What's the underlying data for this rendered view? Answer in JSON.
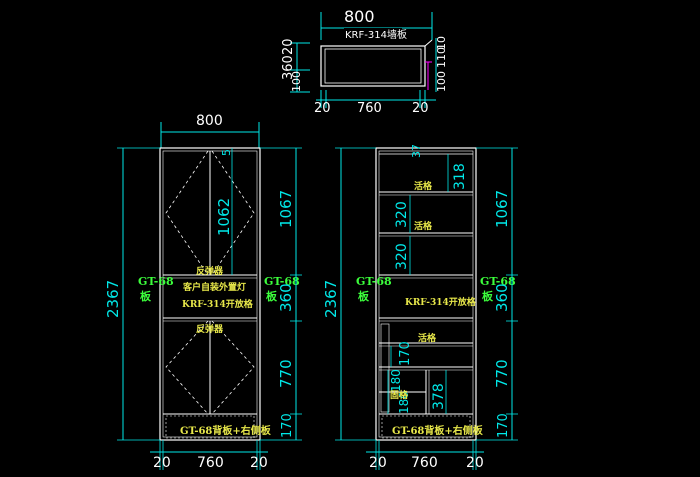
{
  "top_view": {
    "width": "800",
    "depth_left": "360",
    "depth_left_sub": "20",
    "depth_left_inner": "100",
    "depth_right_top": "10",
    "depth_right_mid": "110",
    "depth_right_inner": "100",
    "bottom_left": "20",
    "bottom_mid": "760",
    "bottom_right": "20",
    "title": "KRF-314墙板"
  },
  "left_elevation": {
    "top_width": "800",
    "total_height": "2367",
    "inner_upper": "1062",
    "seg_upper": "1067",
    "seg_mid": "360",
    "seg_lower": "770",
    "seg_base": "170",
    "side_label_left": "GT-68",
    "side_label_left2": "板",
    "side_label_right": "GT-68",
    "side_label_right2": "板",
    "mid_label1": "反弹器",
    "mid_label2": "客户自装外置灯",
    "mid_label3": "KRF-314开放格",
    "lower_label": "反弹器",
    "base_label": "GT-68背板+右侧板",
    "bottom_left": "20",
    "bottom_mid": "760",
    "bottom_right": "20",
    "top_small": "5"
  },
  "right_elevation": {
    "total_height": "2367",
    "seg_upper": "1067",
    "seg_mid": "360",
    "seg_lower": "770",
    "seg_base": "170",
    "top_small": "37",
    "shelf1": "318",
    "shelf2": "320",
    "shelf3": "320",
    "lower1": "170",
    "lower2": "180",
    "lower3": "180",
    "lower4": "378",
    "shelf_label1": "活格",
    "shelf_label2": "活格",
    "mid_label": "KRF-314开放格",
    "lower_shelf_label": "活格",
    "small_label": "固格",
    "side_label_left": "GT-68",
    "side_label_left2": "板",
    "side_label_right": "GT-68",
    "side_label_right2": "板",
    "base_label": "GT-68背板+右侧板",
    "bottom_left": "20",
    "bottom_mid": "760",
    "bottom_right": "20"
  }
}
